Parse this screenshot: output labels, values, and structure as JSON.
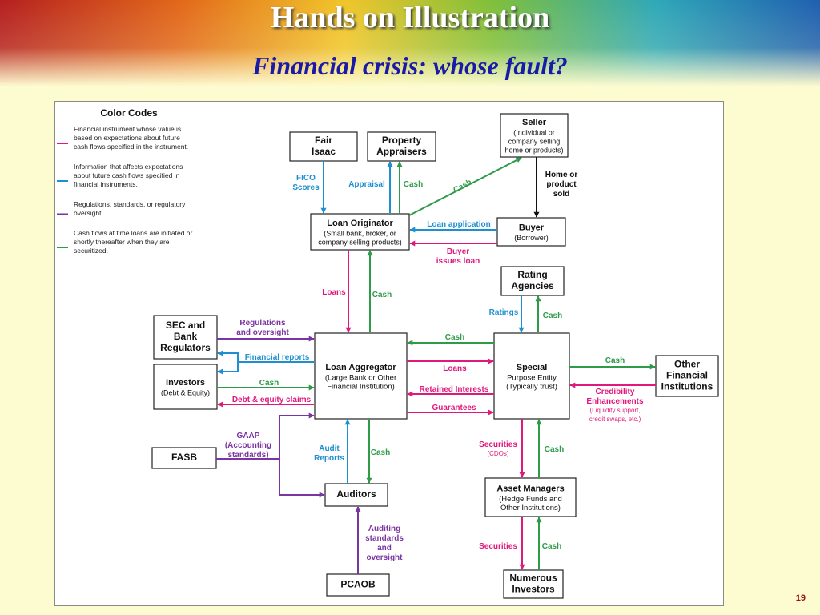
{
  "slide": {
    "title": "Hands on Illustration",
    "subtitle": "Financial crisis: whose fault?",
    "page_number": "19"
  },
  "colors": {
    "pink": "#e0197d",
    "blue": "#1e8fd0",
    "purple": "#7a35a0",
    "green": "#2e9b48",
    "black": "#111111",
    "subtitle": "#1a1aa8"
  },
  "legend": {
    "title": "Color Codes",
    "items": [
      {
        "color": "pink",
        "lines": [
          "Financial instrument whose value is",
          "based on expectations about future",
          "cash flows specified in the instrument."
        ]
      },
      {
        "color": "blue",
        "lines": [
          "Information that affects expectations",
          "about future cash flows specified in",
          "financial instruments."
        ]
      },
      {
        "color": "purple",
        "lines": [
          "Regulations, standards, or regulatory",
          "oversight"
        ]
      },
      {
        "color": "green",
        "lines": [
          "Cash flows at time loans are initiated or",
          "shortly thereafter when they are",
          "securitized."
        ]
      }
    ]
  },
  "boxes": {
    "fair_isaac": {
      "lines": [
        "Fair",
        "Isaac"
      ]
    },
    "property_appraisers": {
      "lines": [
        "Property",
        "Appraisers"
      ]
    },
    "seller": {
      "lines": [
        "Seller",
        "(Individual or",
        "company selling",
        "home or products)"
      ]
    },
    "loan_originator": {
      "lines": [
        "Loan Originator",
        "(Small bank, broker, or",
        "company selling products)"
      ]
    },
    "buyer": {
      "lines": [
        "Buyer",
        "(Borrower)"
      ]
    },
    "rating_agencies": {
      "lines": [
        "Rating",
        "Agencies"
      ]
    },
    "sec_regulators": {
      "lines": [
        "SEC and",
        "Bank",
        "Regulators"
      ]
    },
    "investors": {
      "lines": [
        "Investors",
        "(Debt & Equity)"
      ]
    },
    "loan_aggregator": {
      "lines": [
        "Loan Aggregator",
        "(Large Bank or Other",
        "Financial Institution)"
      ]
    },
    "spe": {
      "lines": [
        "Special",
        "Purpose Entity",
        "(Typically trust)"
      ]
    },
    "other_fi": {
      "lines": [
        "Other",
        "Financial",
        "Institutions"
      ]
    },
    "fasb": {
      "lines": [
        "FASB"
      ]
    },
    "auditors": {
      "lines": [
        "Auditors"
      ]
    },
    "asset_managers": {
      "lines": [
        "Asset Managers",
        "(Hedge Funds and",
        "Other Institutions)"
      ]
    },
    "pcaob": {
      "lines": [
        "PCAOB"
      ]
    },
    "numerous_investors": {
      "lines": [
        "Numerous",
        "Investors"
      ]
    }
  },
  "edge_labels": {
    "fico_scores": [
      "FICO",
      "Scores"
    ],
    "appraisal": [
      "Appraisal"
    ],
    "cash_appraisers": [
      "Cash"
    ],
    "cash_seller": [
      "Cash"
    ],
    "home_products": [
      "Home or",
      "product",
      "sold"
    ],
    "loan_application": [
      "Loan application"
    ],
    "buyer_issues_loan": [
      "Buyer",
      "issues loan"
    ],
    "loans_down": [
      "Loans"
    ],
    "cash_up_originator": [
      "Cash"
    ],
    "ratings": [
      "Ratings"
    ],
    "cash_rating": [
      "Cash"
    ],
    "regulations_oversight": [
      "Regulations",
      "and oversight"
    ],
    "financial_reports": [
      "Financial reports"
    ],
    "cash_investors": [
      "Cash"
    ],
    "debt_equity_claims": [
      "Debt & equity claims"
    ],
    "cash_spe_to_agg": [
      "Cash"
    ],
    "loans_to_spe": [
      "Loans"
    ],
    "retained_interests": [
      "Retained Interests"
    ],
    "guarantees": [
      "Guarantees"
    ],
    "cash_to_other_fi": [
      "Cash"
    ],
    "credibility": [
      "Credibility",
      "Enhancements"
    ],
    "credibility_note": [
      "(Liquidity support,",
      "credit swaps, etc.)"
    ],
    "gaap": [
      "GAAP",
      "(Accounting",
      "standards)"
    ],
    "audit_reports": [
      "Audit",
      "Reports"
    ],
    "cash_agg_auditors": [
      "Cash"
    ],
    "securities_cdos": [
      "Securities"
    ],
    "cdos": [
      "(CDOs)"
    ],
    "cash_am_spe": [
      "Cash"
    ],
    "auditing_standards": [
      "Auditing",
      "standards",
      "and",
      "oversight"
    ],
    "securities_investors": [
      "Securities"
    ],
    "cash_investors_am": [
      "Cash"
    ]
  }
}
